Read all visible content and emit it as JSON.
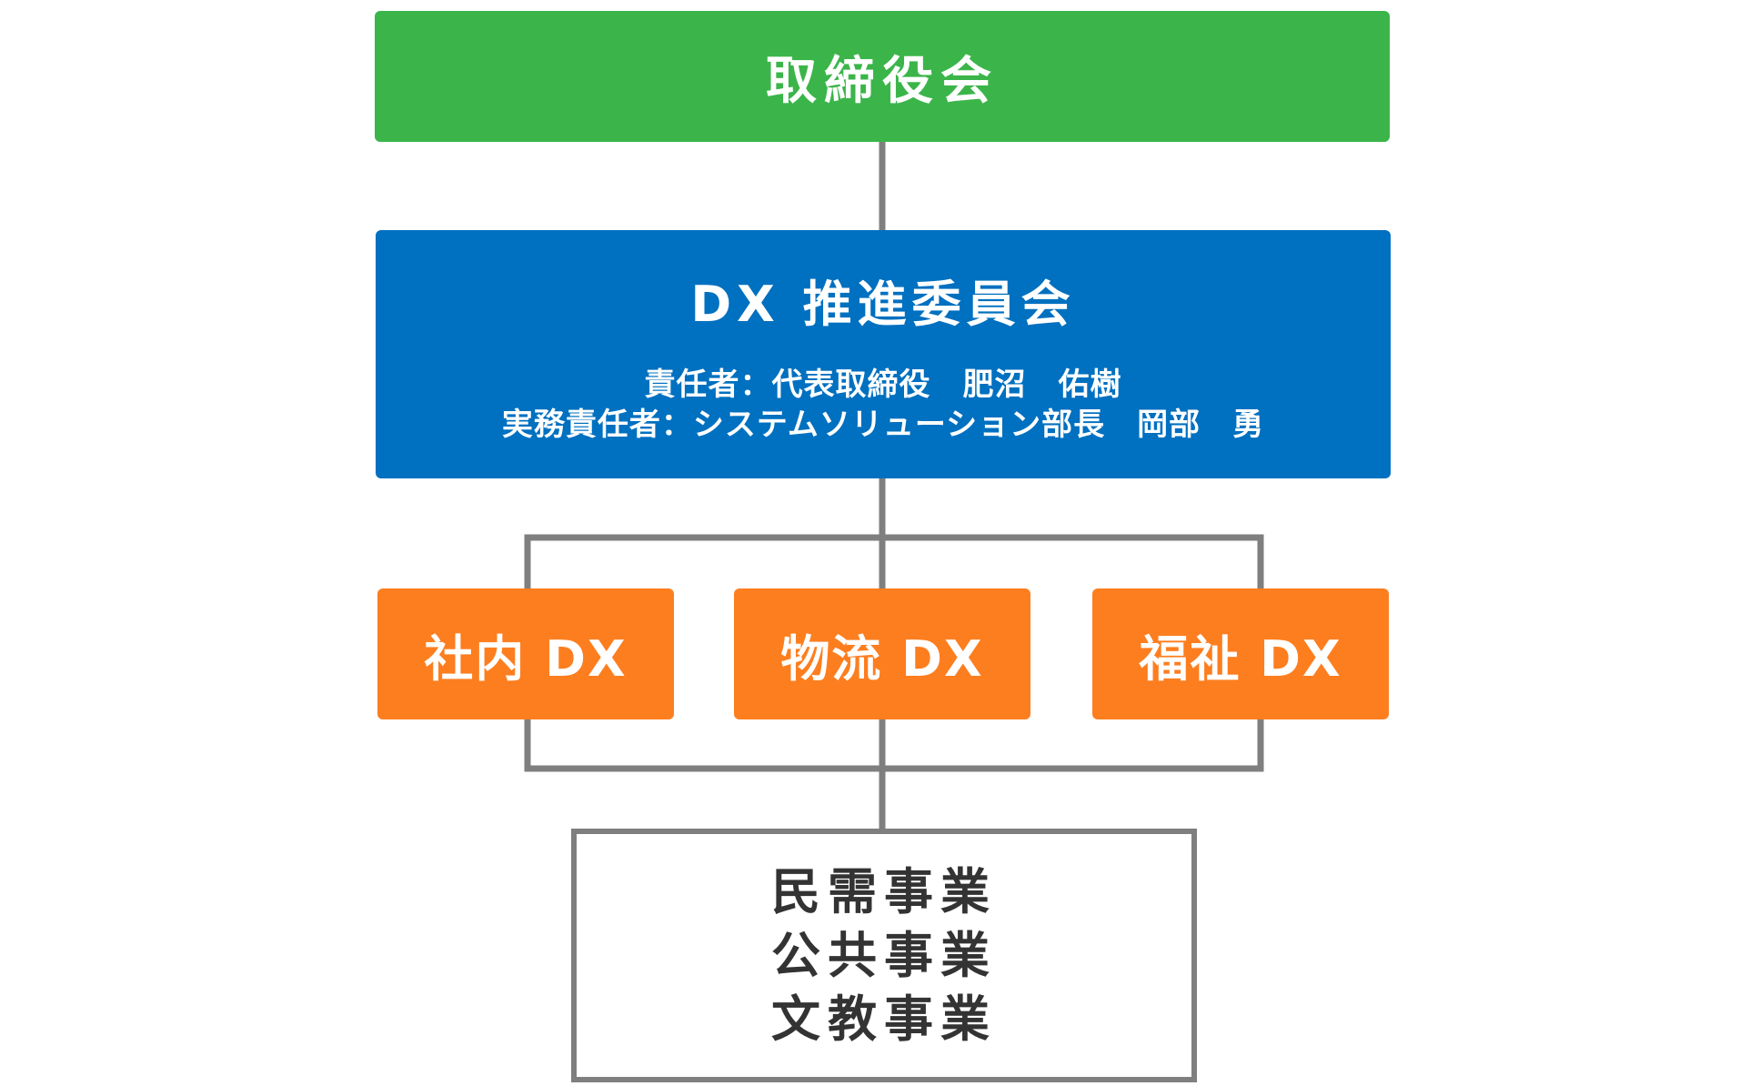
{
  "colors": {
    "board": "#3bb54a",
    "committee": "#0070c0",
    "dx": "#fd7e1f",
    "connector": "#7f7f7f",
    "business_text": "#333333"
  },
  "board": {
    "label": "取締役会"
  },
  "committee": {
    "title": "DX 推進委員会",
    "responsible": "責任者：代表取締役　肥沼　佑樹",
    "executive": "実務責任者：システムソリューション部長　岡部　勇"
  },
  "dx_units": [
    {
      "label": "社内 DX"
    },
    {
      "label": "物流 DX"
    },
    {
      "label": "福祉 DX"
    }
  ],
  "businesses": [
    {
      "label": "民需事業"
    },
    {
      "label": "公共事業"
    },
    {
      "label": "文教事業"
    }
  ]
}
